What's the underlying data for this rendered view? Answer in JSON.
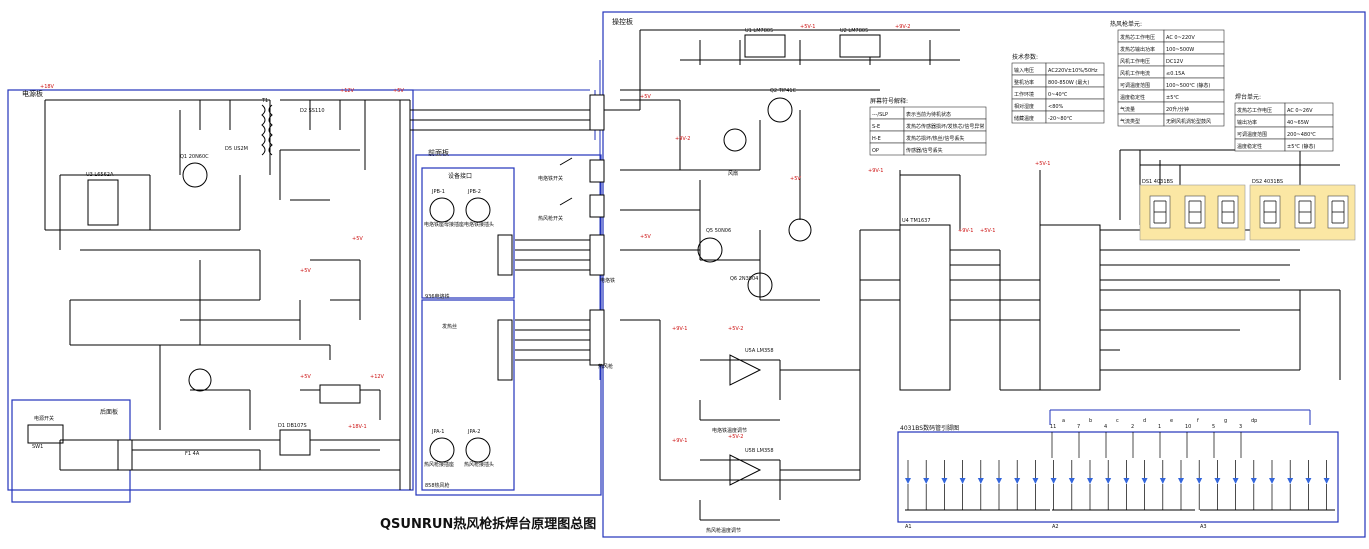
{
  "title": "QSUNRUN热风枪拆焊台原理图总图",
  "sections": {
    "power_board": "电源板",
    "front_panel": "前面板",
    "control_board": "操控板",
    "rear_panel": "后面板",
    "device_interface": "设备接口",
    "iron_label": "936电烙铁",
    "hot_air_label": "858热风枪",
    "led_pinout": "4031BS数码管引脚图"
  },
  "voltages": {
    "v18": "+18V",
    "v12": "+12V",
    "v5": "+5V",
    "v5_1": "+5V-1",
    "v5_2": "+5V-2",
    "v9_1": "+9V-1",
    "v9_2": "+9V-2",
    "v18_1": "+18V-1"
  },
  "components": {
    "u1": "U1 LM7805",
    "u2": "U2 LM7805",
    "u3": "U3 L6562A",
    "u4": "U4 TM1637",
    "u5a": "U5A LM358",
    "u5b": "U5B LM358",
    "q1": "Q1 20N60C",
    "q2": "Q2 TIP41C",
    "q5": "Q5 50N06",
    "q6": "Q6 2N3904",
    "ds1": "DS1 4031BS",
    "ds2": "DS2 4031BS",
    "t1": "T1",
    "d2": "D2 SS110",
    "d5": "D5 US2M",
    "d1": "D1 DB107S",
    "f1": "F1 4A",
    "sw1": "SW1"
  },
  "misc_labels": {
    "power_switch": "电源开关",
    "iron_switch": "电烙铁开关",
    "hot_air_switch": "热风枪开关",
    "fan": "风扇",
    "heater": "发热丝",
    "iron_temp_adjust": "电烙铁温度调节",
    "hot_air_temp_adjust": "热风枪温度调节",
    "jpb1": "JPB-1",
    "jpb2": "JPB-2",
    "jpa1": "JPA-1",
    "jpa2": "JPA-2",
    "iron_out": "电烙铁",
    "gun_out": "热风枪",
    "iron_seat": "电烙铁座母接插座",
    "iron_plug": "电烙铁接插头",
    "gun_seat": "热风枪接插座",
    "gun_plug": "热风枪接插头",
    "seg_a1": "A1",
    "seg_a2": "A2",
    "seg_a3": "A3"
  },
  "display_legend": {
    "heading": "屏幕符号解释:",
    "rows": [
      [
        "---/SLP",
        "表示当前为待机状态"
      ],
      [
        "S-E",
        "发热芯传感器损坏/发热芯/信号异常"
      ],
      [
        "H-E",
        "发热芯损坏/热丝/信号丢失"
      ],
      [
        "OP",
        "传感器/信号丢失"
      ]
    ]
  },
  "tech_params": {
    "heading": "技术参数:",
    "rows": [
      [
        "输入电压",
        "AC220V±10%/50Hz"
      ],
      [
        "整机功率",
        "800-850W (最大)"
      ],
      [
        "工作环境",
        "0~40℃"
      ],
      [
        "相对湿度",
        "<80%"
      ],
      [
        "储藏温度",
        "-20~80℃"
      ]
    ]
  },
  "hot_air_unit": {
    "heading": "热风枪单元:",
    "rows": [
      [
        "发热芯工作电压",
        "AC 0~220V"
      ],
      [
        "发热芯输出功率",
        "100~500W"
      ],
      [
        "风机工作电压",
        "DC12V"
      ],
      [
        "风机工作电流",
        "≤0.15A"
      ],
      [
        "可调温度范围",
        "100~500℃ (静态)"
      ],
      [
        "温度稳定性",
        "±5℃"
      ],
      [
        "气流量",
        "20升/分钟"
      ],
      [
        "气流类型",
        "无刷风机涡轮型鼓风"
      ]
    ]
  },
  "iron_unit": {
    "heading": "焊台单元:",
    "rows": [
      [
        "发热芯工作电压",
        "AC 0~26V"
      ],
      [
        "输出功率",
        "40~65W"
      ],
      [
        "可调温度范围",
        "200~480℃"
      ],
      [
        "温度稳定性",
        "±5℃ (静态)"
      ]
    ]
  },
  "pinout_numbers": [
    "11",
    "7",
    "4",
    "2",
    "1",
    "10",
    "5",
    "3"
  ],
  "pinout_letters": [
    "a",
    "b",
    "c",
    "d",
    "e",
    "f",
    "g",
    "dp"
  ]
}
